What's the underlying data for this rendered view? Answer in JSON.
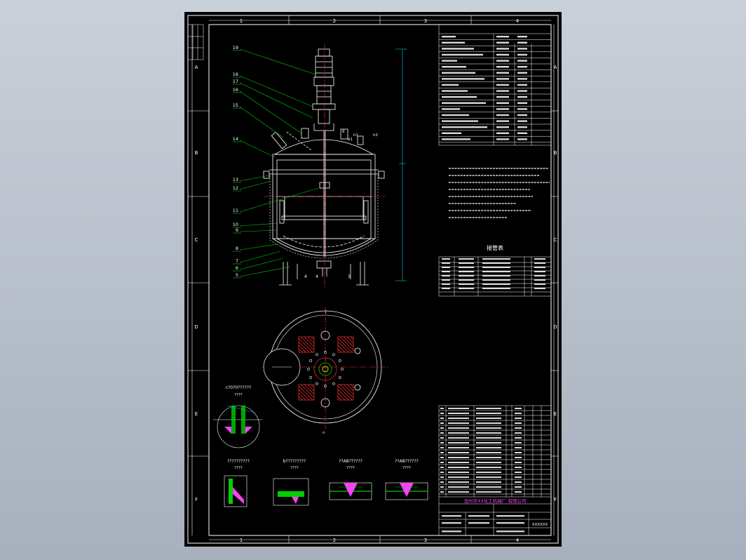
{
  "frame": {
    "columns": [
      "1",
      "2",
      "3",
      "4"
    ],
    "rows": [
      "A",
      "B",
      "C",
      "D",
      "E",
      "F"
    ],
    "colors": {
      "background": "#000000",
      "border": "#ffffff",
      "outline": "#ffffff",
      "centerline": "#ff3030",
      "leader": "#00d000",
      "dimension": "#00c8c8",
      "hatch": "#ff3030",
      "title_accent": "#ff40ff",
      "note_text": "#ffffff"
    }
  },
  "part_balloons": [
    "19",
    "16",
    "17",
    "16",
    "15",
    "14",
    "13",
    "12",
    "11",
    "10",
    "9",
    "8",
    "7",
    "6",
    "5"
  ],
  "nozzle_labels": [
    "g",
    "h1",
    "e1",
    "h2",
    "j",
    "n"
  ],
  "bottom_labels": [
    "4",
    "4",
    "3"
  ],
  "section_titles": [
    "??????????",
    "b?????????",
    "??AB??????",
    "??AB??????"
  ],
  "section_subtitles": [
    "????",
    "????",
    "????",
    "????"
  ],
  "detail_title": "c?0?0??????",
  "detail_subtitle": "????",
  "nozzle_table_title": "接管表",
  "company_name": "沧州市XX化工机械厂 有限公司",
  "drawing_no": "XXXXXX"
}
